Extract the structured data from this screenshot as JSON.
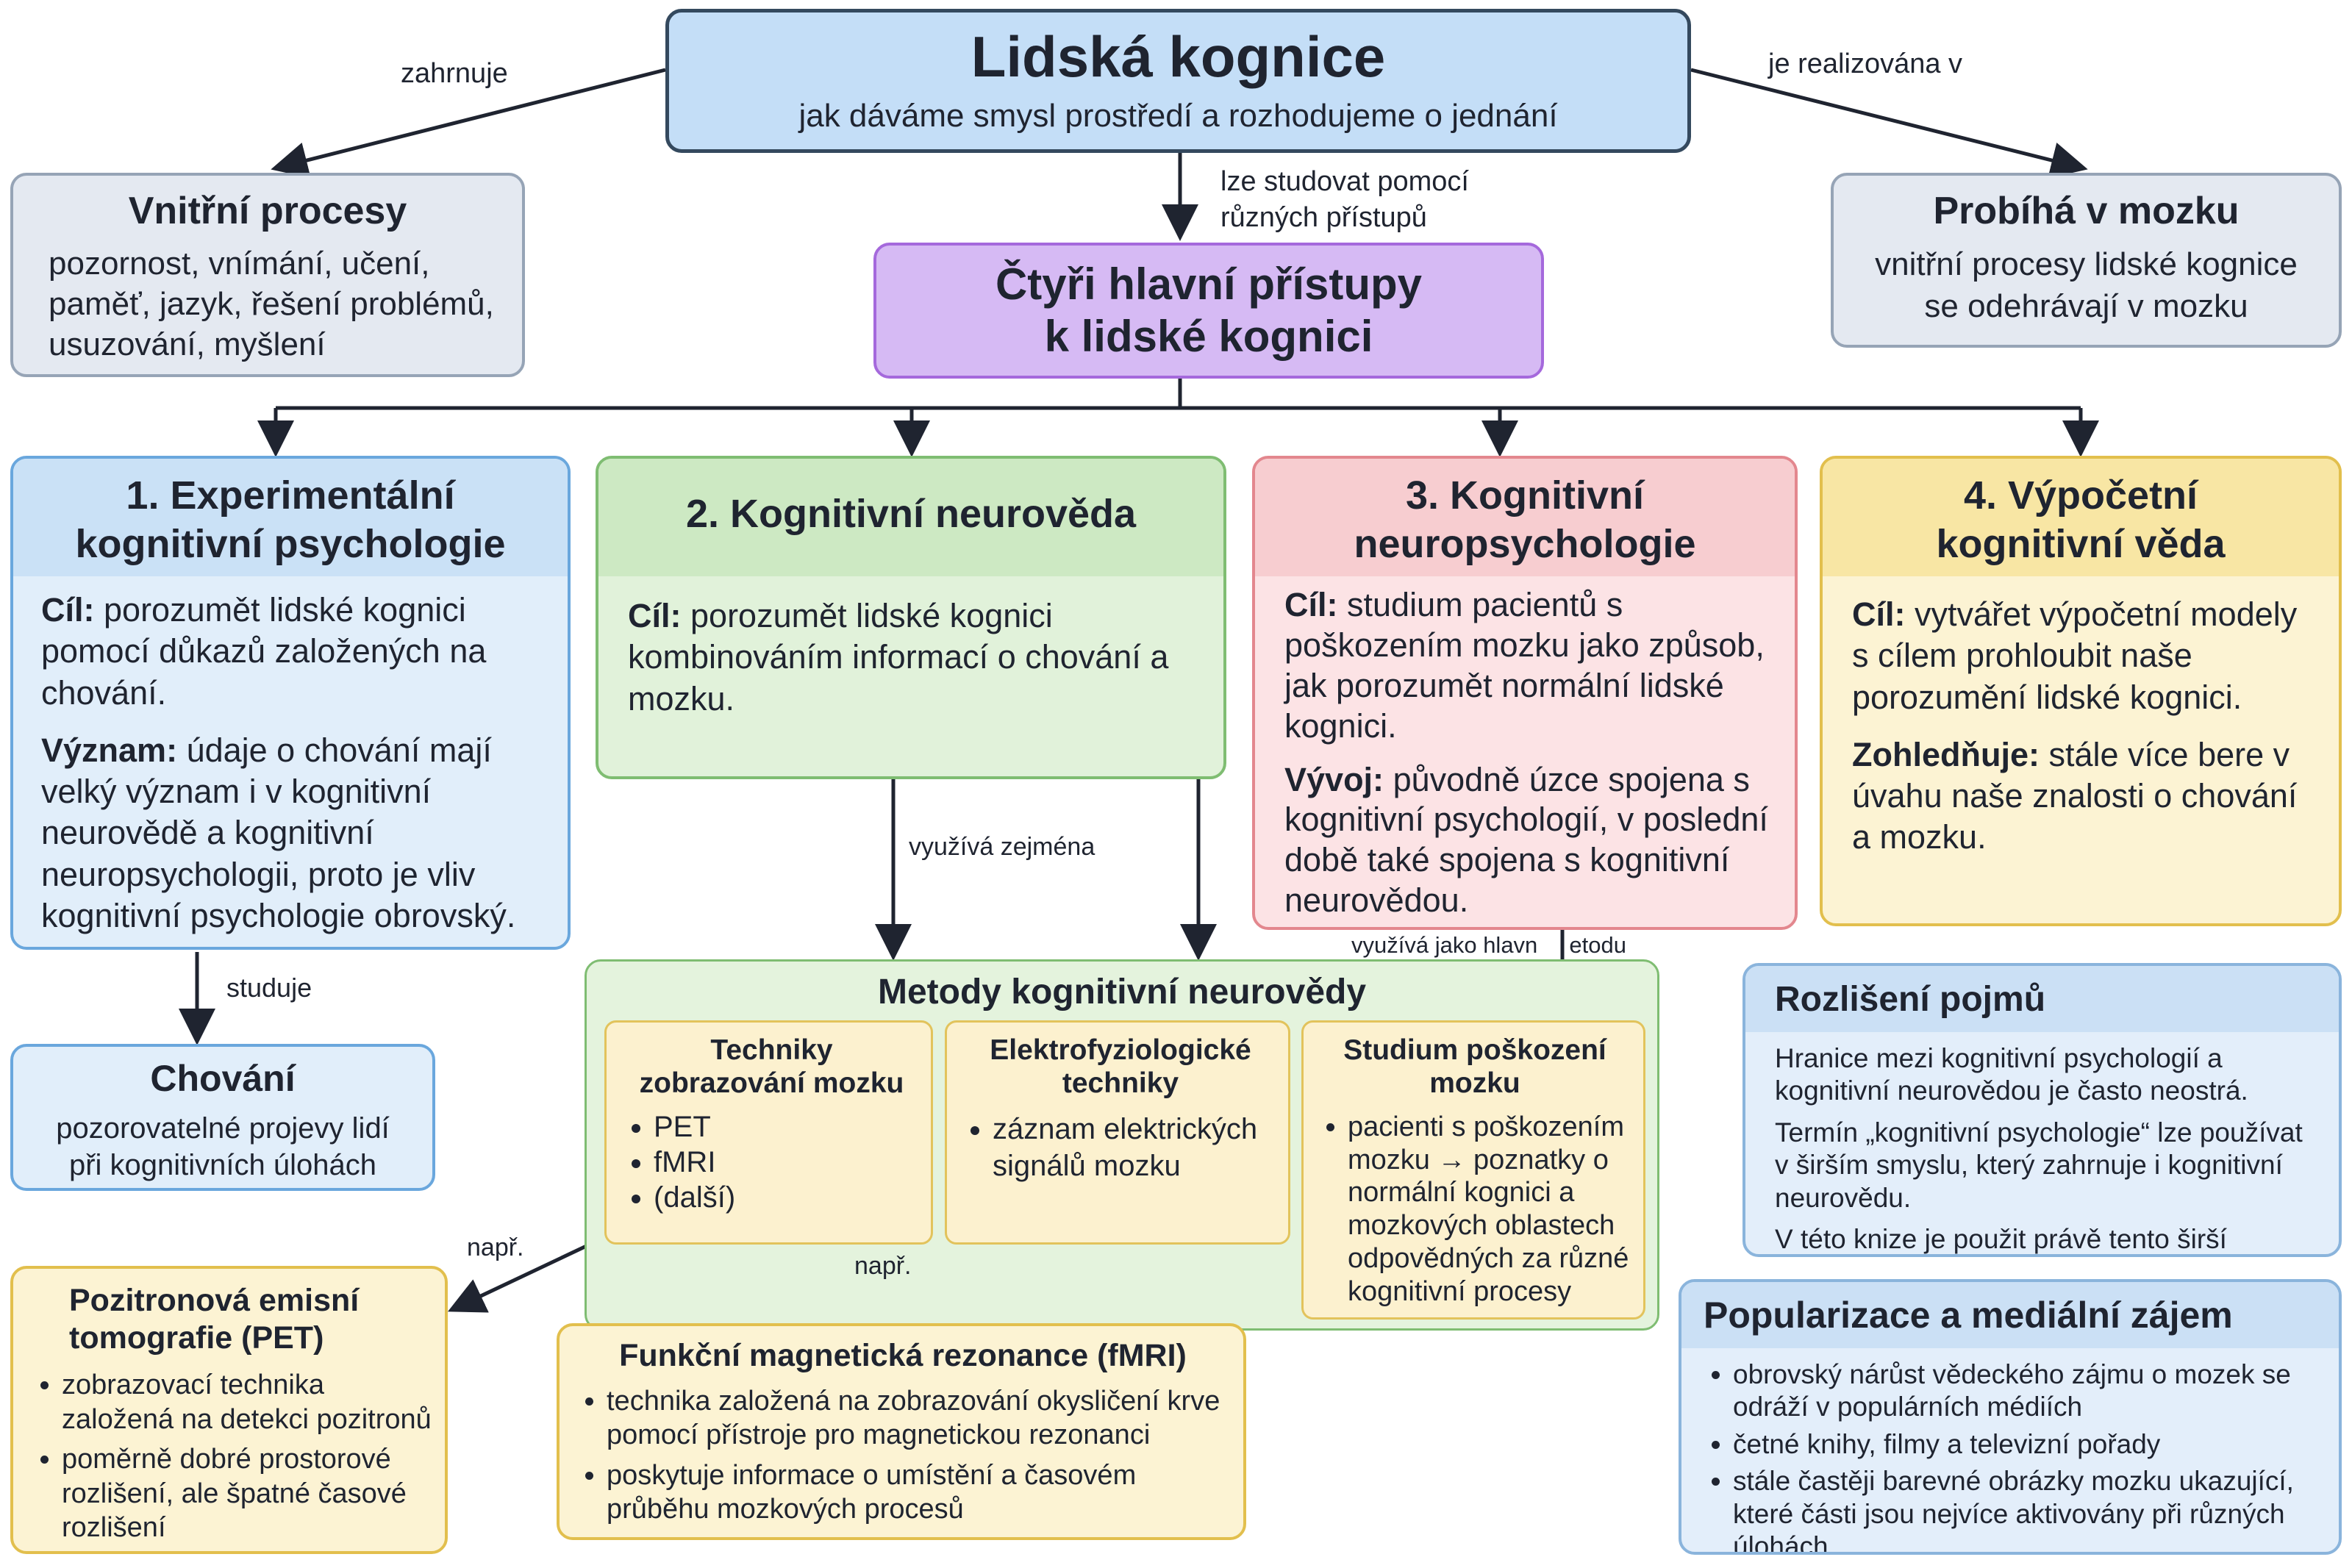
{
  "top": {
    "title": "Lidská kognice",
    "subtitle": "jak dáváme smysl prostředí a rozhodujeme o jednání"
  },
  "connectors": {
    "zahrnuje": "zahrnuje",
    "realizovana": "je realizována v",
    "studovat_1": "lze studovat pomocí",
    "studovat_2": "různých přístupů",
    "vyuziva_zejmena": "využívá zejména",
    "studuje": "studuje",
    "vyuziva_jako_hlavni": "využívá jako hlavn     etodu",
    "napr_1": "např.",
    "napr_2": "např."
  },
  "inner_processes": {
    "title": "Vnitřní procesy",
    "lines": [
      "pozornost, vnímání, učení,",
      "paměť, jazyk, řešení problémů,",
      "usuzování, myšlení"
    ]
  },
  "brain": {
    "title": "Probíhá v mozku",
    "lines": [
      "vnitřní procesy lidské kognice",
      "se odehrávají v mozku"
    ]
  },
  "approaches_hub": {
    "line1": "Čtyři hlavní přístupy",
    "line2": "k lidské kognici"
  },
  "approach_1": {
    "title_1": "1. Experimentální",
    "title_2": "kognitivní psychologie",
    "goal_label": "Cíl:",
    "goal_text": "porozumět lidské kognici pomocí důkazů založených na chování.",
    "meaning_label": "Význam:",
    "meaning_text": "údaje o chování mají velký význam i v kognitivní neurovědě a kognitivní neuropsychologii, proto je vliv kognitivní psychologie obrovský."
  },
  "approach_2": {
    "title": "2. Kognitivní neurověda",
    "goal_label": "Cíl:",
    "goal_text": "porozumět lidské kognici kombinováním informací o chování a mozku."
  },
  "approach_3": {
    "title_1": "3. Kognitivní",
    "title_2": "neuropsychologie",
    "goal_label": "Cíl:",
    "goal_text": "studium pacientů s poškozením mozku jako způsob, jak porozumět normální lidské kognici.",
    "dev_label": "Vývoj:",
    "dev_text": "původně úzce spojena s kognitivní psychologií, v poslední době také spojena s kognitivní neurovědou."
  },
  "approach_4": {
    "title_1": "4. Výpočetní",
    "title_2": "kognitivní věda",
    "goal_label": "Cíl:",
    "goal_text": "vytvářet výpočetní modely s cílem prohloubit naše porozumění lidské kognici.",
    "consider_label": "Zohledňuje:",
    "consider_text": "stále více bere v úvahu naše znalosti o chování a mozku."
  },
  "behavior": {
    "title": "Chování",
    "lines": [
      "pozorovatelné projevy lidí",
      "při kognitivních úlohách"
    ]
  },
  "methods": {
    "title": "Metody kognitivní neurovědy",
    "imaging": {
      "title_1": "Techniky",
      "title_2": "zobrazování mozku",
      "items": [
        "PET",
        "fMRI",
        "(další)"
      ]
    },
    "electro": {
      "title_1": "Elektrofyziologické",
      "title_2": "techniky",
      "items": [
        "záznam elektrických signálů mozku"
      ]
    },
    "damage": {
      "title_1": "Studium poškození",
      "title_2": "mozku",
      "items": [
        "pacienti s poškozením mozku → poznatky o normální kognici a mozkových oblastech odpovědných za různé kognitivní procesy"
      ]
    }
  },
  "pet": {
    "title_1": "Pozitronová emisní",
    "title_2": "tomografie (PET)",
    "items": [
      "zobrazovací technika založená na detekci pozitronů",
      "poměrně dobré prostorové rozlišení, ale špatné časové rozlišení"
    ]
  },
  "fmri": {
    "title": "Funkční magnetická rezonance (fMRI)",
    "items": [
      "technika založená na zobrazování okysličení krve pomocí přístroje pro magnetickou rezonanci",
      "poskytuje informace o umístění a časovém průběhu mozkových procesů"
    ]
  },
  "terms": {
    "title": "Rozlišení pojmů",
    "paragraphs": [
      "Hranice mezi kognitivní psychologií a kognitivní neurovědou je často neostrá.",
      "Termín „kognitivní psychologie“ lze používat v širším smyslu, který zahrnuje i kognitivní neurovědu.",
      "V této knize je použit právě tento širší význam."
    ]
  },
  "popular": {
    "title": "Popularizace a mediální zájem",
    "items": [
      "obrovský nárůst vědeckého zájmu o mozek se odráží v populárních médiích",
      "četné knihy, filmy a televizní pořady",
      "stále častěji barevné obrázky mozku ukazující, které části jsou nejvíce aktivovány při různých úlohách"
    ]
  }
}
